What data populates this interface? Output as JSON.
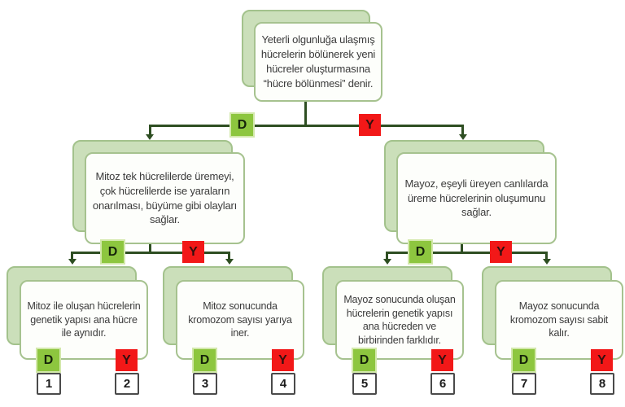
{
  "palette": {
    "line": "#2e4e22",
    "shadow_fill": "#cbdfba",
    "shadow_border": "#a3c28c",
    "card_fill": "#fdfefb",
    "card_border": "#a6c28f",
    "d_fill": "#8dc63f",
    "d_glow": "#d3e8ab",
    "y_fill": "#f21818",
    "text": "#3b3b3b",
    "num_border": "#4a4a4a"
  },
  "branch_labels": {
    "d": "D",
    "y": "Y"
  },
  "nodes": {
    "root": {
      "text": "Yeterli olgunluğa ulaşmış hücrelerin bölünerek yeni hücreler oluşturmasına “hücre bölünmesi” denir."
    },
    "mitoz": {
      "text": "Mitoz tek hücrelilerde üremeyi, çok hücrelilerde ise yaraların onarılması, büyüme gibi olayları sağlar."
    },
    "mayoz": {
      "text": "Mayoz, eşeyli üreyen canlılarda üreme hücrelerinin oluşumunu sağlar."
    }
  },
  "leaves": [
    {
      "text": "Mitoz ile oluşan hücrelerin genetik yapısı ana hücre ile aynıdır.",
      "d_answer": "1",
      "y_answer": "2"
    },
    {
      "text": "Mitoz sonucunda kromozom sayısı yarıya iner.",
      "d_answer": "3",
      "y_answer": "4"
    },
    {
      "text": "Mayoz sonucunda oluşan hücrelerin genetik yapısı ana hücreden ve birbirinden farklıdır.",
      "d_answer": "5",
      "y_answer": "6"
    },
    {
      "text": "Mayoz sonucunda kromozom sayısı sabit kalır.",
      "d_answer": "7",
      "y_answer": "8"
    }
  ]
}
